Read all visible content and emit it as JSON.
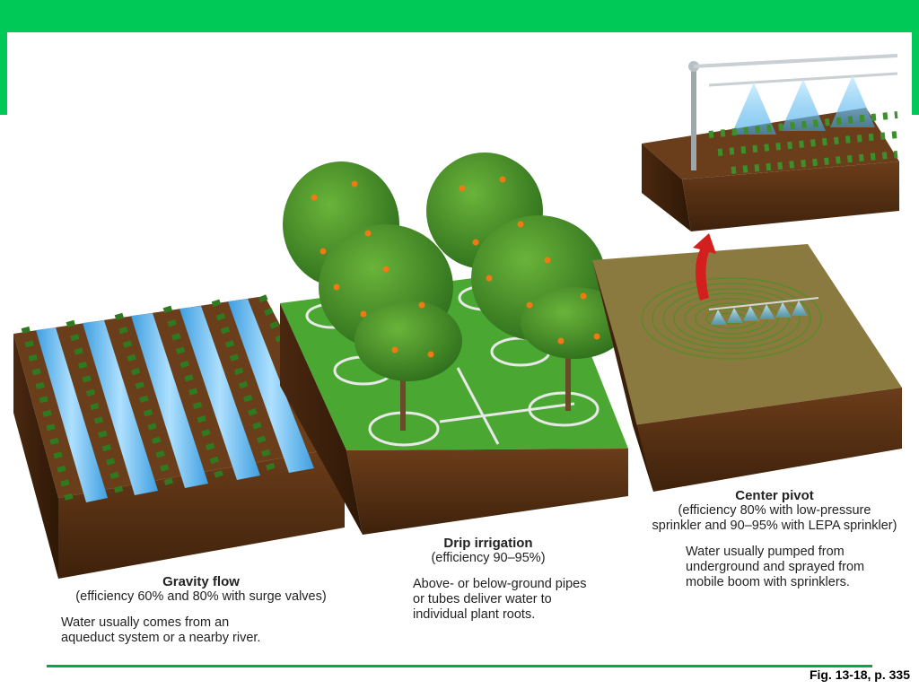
{
  "colors": {
    "banner": "#00c957",
    "footer_rule": "#00a84a",
    "soil": "#5a3316",
    "grass": "#4aa832",
    "water": "#5db8ec",
    "arrow": "#d41f1f"
  },
  "panels": {
    "gravity": {
      "title": "Gravity flow",
      "efficiency": "(efficiency 60% and 80% with surge valves)",
      "description_line1": "Water usually comes from an",
      "description_line2": "aqueduct system or a nearby river."
    },
    "drip": {
      "title": "Drip irrigation",
      "efficiency": "(efficiency 90–95%)",
      "description_line1": "Above- or below-ground pipes",
      "description_line2": "or tubes deliver water to",
      "description_line3": "individual plant roots."
    },
    "pivot": {
      "title": "Center pivot",
      "efficiency_line1": "(efficiency 80% with low-pressure",
      "efficiency_line2": "sprinkler and 90–95% with LEPA sprinkler)",
      "description_line1": "Water usually pumped from",
      "description_line2": "underground and sprayed from",
      "description_line3": "mobile boom with sprinklers."
    }
  },
  "figure_label": "Fig. 13-18, p. 335"
}
